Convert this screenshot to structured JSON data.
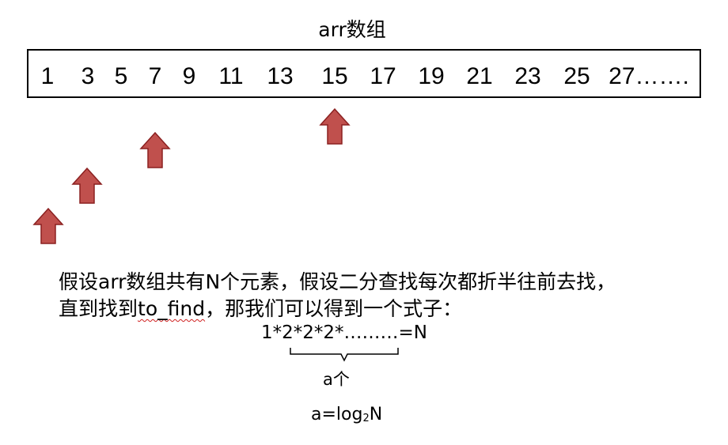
{
  "title": "arr数组",
  "array": {
    "numbers": [
      "1",
      "3",
      "5",
      "7",
      "9",
      "11",
      "13",
      "15",
      "17",
      "19",
      "21",
      "23",
      "25",
      "27……."
    ]
  },
  "arrows": {
    "color": "#c0504d",
    "stroke": "#8b2020",
    "icon": "up-arrow-icon"
  },
  "description": {
    "line1": "假设arr数组共有N个元素，假设二分查找每次都折半往前去找，",
    "line2_before": "直到找到",
    "line2_keyword": "to_find",
    "line2_after": "，那我们可以得到一个式子："
  },
  "formula": {
    "expression": "1*2*2*2*………=N",
    "count_label": "a个"
  },
  "result": {
    "prefix": "a=log",
    "subscript": "2",
    "suffix": "N"
  }
}
